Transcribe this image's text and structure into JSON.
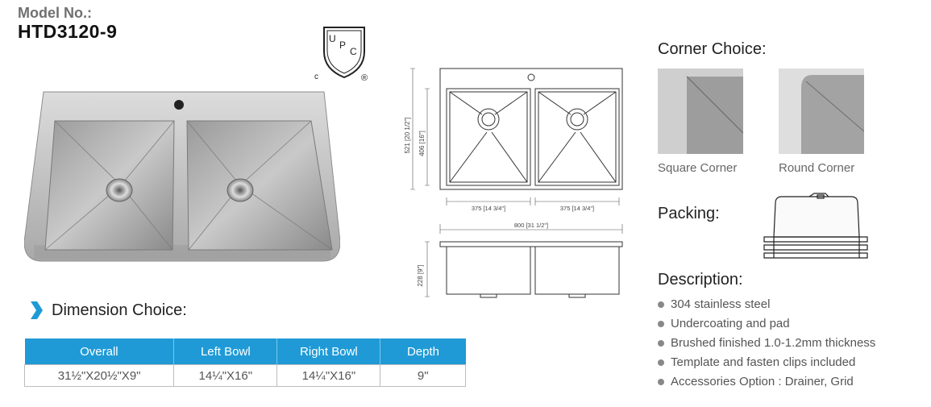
{
  "header": {
    "model_label": "Model No.:",
    "model_number": "HTD3120-9"
  },
  "certification": {
    "letters": [
      "U",
      "P",
      "C"
    ],
    "left_mark": "c",
    "right_mark": "®"
  },
  "dimension_choice": {
    "heading": "Dimension Choice:",
    "columns": [
      "Overall",
      "Left Bowl",
      "Right Bowl",
      "Depth"
    ],
    "row": [
      "31½\"X20½\"X9\"",
      "14¼\"X16\"",
      "14¼\"X16\"",
      "9\""
    ]
  },
  "drawing": {
    "height_outer": "521 [20 1/2\"]",
    "height_bowl": "406 [16\"]",
    "left_bowl_width": "375 [14 3/4\"]",
    "right_bowl_width": "375 [14 3/4\"]",
    "overall_width": "800 [31 1/2\"]",
    "depth": "228 [9\"]"
  },
  "corner_choice": {
    "title": "Corner Choice:",
    "square_label": "Square Corner",
    "round_label": "Round Corner"
  },
  "packing": {
    "title": "Packing:"
  },
  "description": {
    "title": "Description:",
    "items": [
      "304 stainless steel",
      "Undercoating and pad",
      "Brushed finished 1.0-1.2mm thickness",
      "Template and fasten clips included",
      "Accessories Option : Drainer, Grid"
    ]
  },
  "colors": {
    "accent_blue": "#1f9ad6",
    "steel_gray": "#b5b5b5"
  }
}
